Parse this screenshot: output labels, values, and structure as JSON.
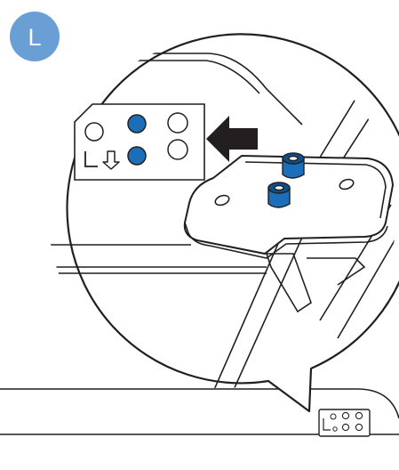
{
  "step": {
    "letter": "L",
    "badge_color": "#6a9fd6"
  },
  "colors": {
    "line": "#231f20",
    "filled_hole": "#1a6fb8",
    "filled_hole_dark": "#0d4f8a",
    "arrow": "#231f20"
  },
  "position_label": {
    "marker": "L",
    "direction": "down-arrow-icon",
    "holes": [
      {
        "row": 1,
        "col": 1,
        "filled": false
      },
      {
        "row": 1,
        "col": 2,
        "filled": true
      },
      {
        "row": 1,
        "col": 3,
        "filled": false
      },
      {
        "row": 2,
        "col": 2,
        "filled": true
      },
      {
        "row": 2,
        "col": 3,
        "filled": false
      }
    ]
  },
  "mini_label": {
    "marker": "L",
    "holes": 5
  }
}
